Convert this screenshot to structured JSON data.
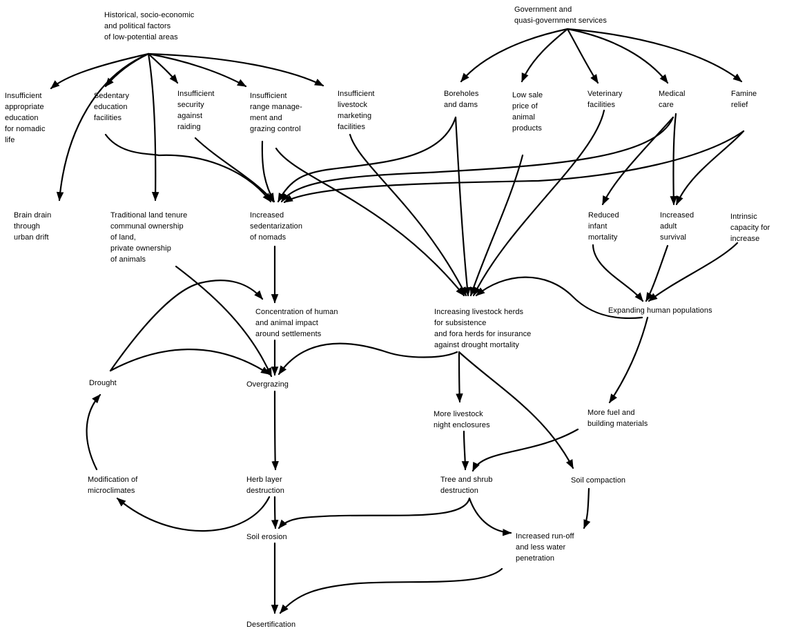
{
  "diagram": {
    "title": "Causes of desertification",
    "nodes": {
      "historical": "Historical, socio-economic\nand political factors\nof low-potential areas",
      "government": "Government and\nquasi-government services",
      "insuff_education": "Insufficient\nappropriate\neducation\nfor nomadic\nlife",
      "sedentary_education": "Sedentary\neducation\nfacilities",
      "insuff_security": "Insufficient\nsecurity\nagainst\nraiding",
      "insuff_range": "Insufficient\nrange manage-\nment and\ngrazing control",
      "insuff_marketing": "Insufficient\nlivestock\nmarketing\nfacilities",
      "boreholes": "Boreholes\nand dams",
      "low_sale_price": "Low sale\nprice of\nanimal\nproducts",
      "veterinary": "Veterinary\nfacilities",
      "medical": "Medical\ncare",
      "famine": "Famine\nrelief",
      "brain_drain": "Brain drain\nthrough\nurban drift",
      "land_tenure": "Traditional land tenure\ncommunal ownership\nof land,\nprivate ownership\nof animals",
      "sedentarization": "Increased\nsedentarization\nof nomads",
      "reduced_infant": "Reduced\ninfant\nmortality",
      "adult_survival": "Increased\nadult\nsurvival",
      "intrinsic": "Intrinsic\ncapacity for\nincrease",
      "concentration": "Concentration of human\nand animal impact\naround settlements",
      "livestock_herds": "Increasing livestock herds\nfor subsistence\nand fora herds for insurance\nagainst drought mortality",
      "human_populations": "Expanding human populations",
      "drought": "Drought",
      "overgrazing": "Overgrazing",
      "night_enclosures": "More livestock\nnight enclosures",
      "fuel_materials": "More fuel and\nbuilding materials",
      "microclimates": "Modification of\nmicroclimates",
      "herb_layer": "Herb layer\ndestruction",
      "tree_shrub": "Tree and shrub\ndestruction",
      "soil_compaction": "Soil compaction",
      "soil_erosion": "Soil erosion",
      "runoff": "Increased run-off\nand less water\npenetration",
      "desertification": "Desertification"
    },
    "edges": [
      [
        "historical",
        "insuff_education"
      ],
      [
        "historical",
        "sedentary_education"
      ],
      [
        "historical",
        "insuff_security"
      ],
      [
        "historical",
        "insuff_range"
      ],
      [
        "historical",
        "insuff_marketing"
      ],
      [
        "historical",
        "brain_drain"
      ],
      [
        "historical",
        "land_tenure"
      ],
      [
        "government",
        "boreholes"
      ],
      [
        "government",
        "low_sale_price"
      ],
      [
        "government",
        "veterinary"
      ],
      [
        "government",
        "medical"
      ],
      [
        "government",
        "famine"
      ],
      [
        "sedentary_education",
        "sedentarization"
      ],
      [
        "insuff_security",
        "sedentarization"
      ],
      [
        "insuff_range",
        "sedentarization"
      ],
      [
        "boreholes",
        "sedentarization"
      ],
      [
        "medical",
        "sedentarization"
      ],
      [
        "famine",
        "sedentarization"
      ],
      [
        "insuff_range",
        "livestock_herds"
      ],
      [
        "insuff_marketing",
        "livestock_herds"
      ],
      [
        "boreholes",
        "livestock_herds"
      ],
      [
        "low_sale_price",
        "livestock_herds"
      ],
      [
        "veterinary",
        "livestock_herds"
      ],
      [
        "medical",
        "reduced_infant"
      ],
      [
        "medical",
        "adult_survival"
      ],
      [
        "famine",
        "adult_survival"
      ],
      [
        "reduced_infant",
        "human_populations"
      ],
      [
        "adult_survival",
        "human_populations"
      ],
      [
        "intrinsic",
        "human_populations"
      ],
      [
        "human_populations",
        "livestock_herds"
      ],
      [
        "human_populations",
        "fuel_materials"
      ],
      [
        "sedentarization",
        "concentration"
      ],
      [
        "drought",
        "concentration"
      ],
      [
        "land_tenure",
        "overgrazing"
      ],
      [
        "concentration",
        "overgrazing"
      ],
      [
        "drought",
        "overgrazing"
      ],
      [
        "livestock_herds",
        "overgrazing"
      ],
      [
        "livestock_herds",
        "night_enclosures"
      ],
      [
        "livestock_herds",
        "soil_compaction"
      ],
      [
        "microclimates",
        "drought"
      ],
      [
        "overgrazing",
        "herb_layer"
      ],
      [
        "night_enclosures",
        "tree_shrub"
      ],
      [
        "fuel_materials",
        "tree_shrub"
      ],
      [
        "herb_layer",
        "microclimates"
      ],
      [
        "herb_layer",
        "soil_erosion"
      ],
      [
        "tree_shrub",
        "soil_erosion"
      ],
      [
        "tree_shrub",
        "runoff"
      ],
      [
        "soil_compaction",
        "runoff"
      ],
      [
        "soil_erosion",
        "desertification"
      ],
      [
        "runoff",
        "desertification"
      ]
    ]
  }
}
